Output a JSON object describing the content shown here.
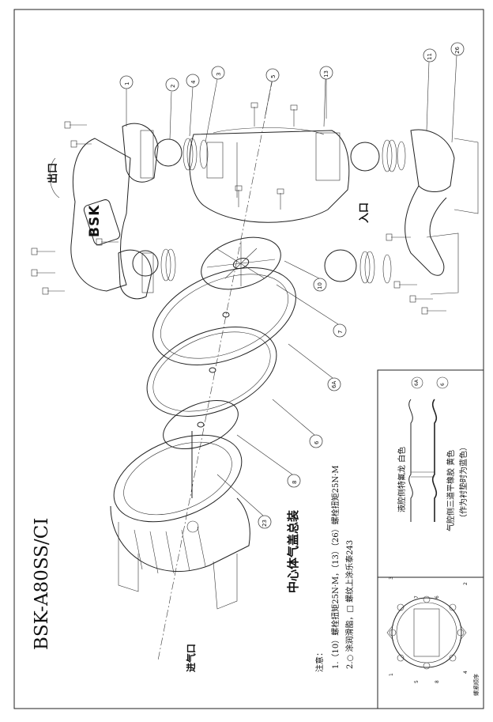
{
  "title": "BSK-A80SS/CI",
  "subtitle": "中心体气盖总装",
  "labels": {
    "outlet": "出口",
    "inlet": "入口",
    "air_inlet": "进气口"
  },
  "notes": {
    "heading": "注意：",
    "line1": "1.（10）螺栓扭矩25N·M，（13）（26）螺栓扭矩25N·M",
    "line2": "2.○ 涂润滑脂，□ 螺纹上涂乐泰243"
  },
  "diaphragm_legend": {
    "tag_6a": "6A",
    "tag_6": "6",
    "fluid_side": "液腔侧特氟龙 白色",
    "air_side": "气腔侧三道平橡胶 黄色",
    "air_side_note": "（作为衬垫时为蓝色）"
  },
  "bolt_order": {
    "caption": "螺紧顺序",
    "numbers": [
      "1",
      "2",
      "3",
      "4",
      "5",
      "6",
      "7",
      "8"
    ]
  },
  "logo_text": "BSK",
  "callouts": [
    "1",
    "2",
    "4",
    "3",
    "5",
    "13",
    "11",
    "26",
    "10",
    "7",
    "6A",
    "6",
    "8",
    "23"
  ]
}
